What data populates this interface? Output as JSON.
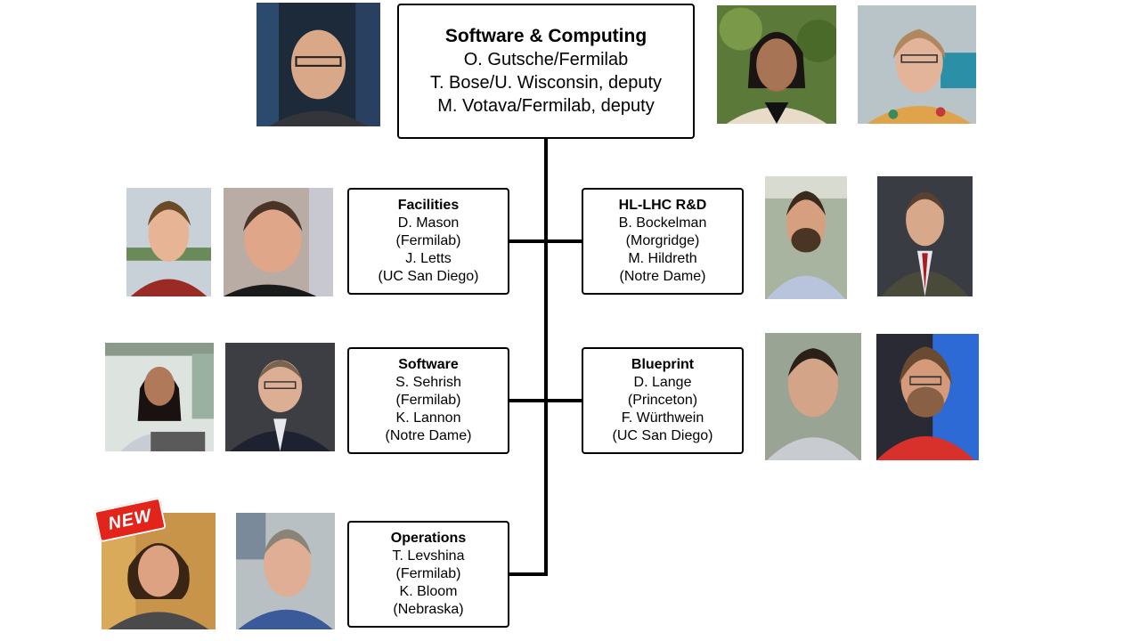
{
  "top": {
    "title": "Software & Computing",
    "lines": [
      "O. Gutsche/Fermilab",
      "T. Bose/U. Wisconsin, deputy",
      "M. Votava/Fermilab, deputy"
    ]
  },
  "units": {
    "facilities": {
      "title": "Facilities",
      "lines": [
        "D. Mason",
        "(Fermilab)",
        "J. Letts",
        "(UC San Diego)"
      ]
    },
    "hllhc": {
      "title": "HL-LHC R&D",
      "lines": [
        "B. Bockelman",
        "(Morgridge)",
        "M. Hildreth",
        "(Notre Dame)"
      ]
    },
    "software": {
      "title": "Software",
      "lines": [
        "S. Sehrish",
        "(Fermilab)",
        "K. Lannon",
        "(Notre Dame)"
      ]
    },
    "blueprint": {
      "title": "Blueprint",
      "lines": [
        "D. Lange",
        "(Princeton)",
        "F. Würthwein",
        "(UC San Diego)"
      ]
    },
    "operations": {
      "title": "Operations",
      "lines": [
        "T. Levshina",
        "(Fermilab)",
        "K. Bloom",
        "(Nebraska)"
      ]
    }
  },
  "badge": {
    "label": "NEW"
  },
  "colors": {
    "line": "#000000",
    "badge": "#e3241b"
  }
}
